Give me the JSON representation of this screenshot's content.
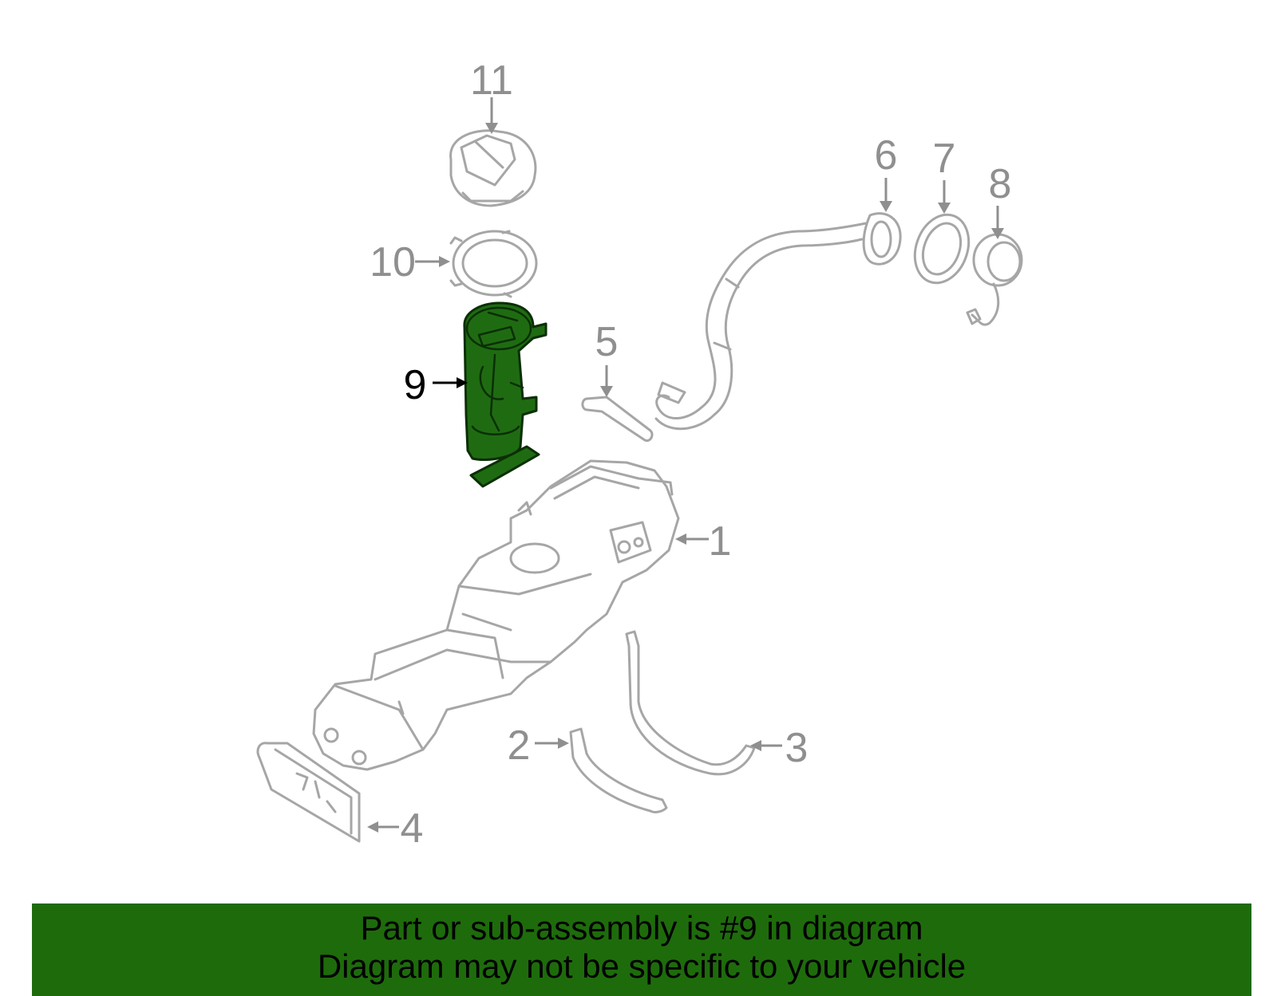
{
  "callouts": {
    "c1": "1",
    "c2": "2",
    "c3": "3",
    "c4": "4",
    "c5": "5",
    "c6": "6",
    "c7": "7",
    "c8": "8",
    "c9": "9",
    "c10": "10",
    "c11": "11"
  },
  "highlighted_part": "9",
  "colors": {
    "highlight_fill": "#1f6b12",
    "banner_bg": "#1e6b0c",
    "line_gray": "#a6a6a6"
  },
  "banner": {
    "line1": "Part or sub-assembly is #9 in diagram",
    "line2": "Diagram may not be specific to your vehicle"
  }
}
